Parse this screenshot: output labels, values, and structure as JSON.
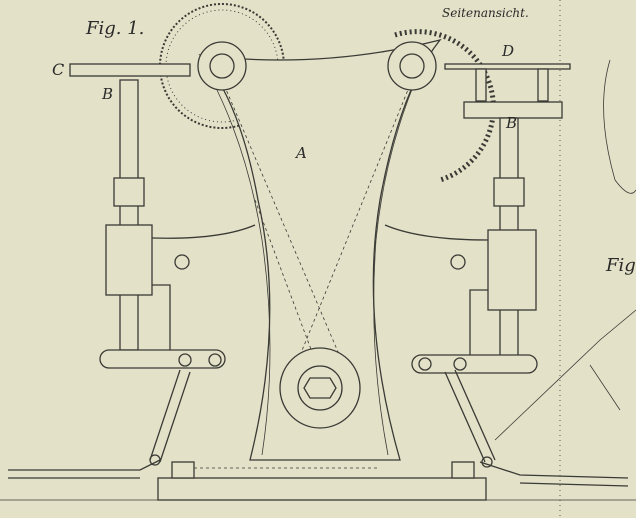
{
  "figure": {
    "title": "Fig. 1.",
    "view_label": "Seitenansicht.",
    "next_figure_label": "Fig",
    "part_labels": {
      "c": "C",
      "b_left": "B",
      "a": "A",
      "d": "D",
      "b_right": "B"
    }
  },
  "colors": {
    "paper": "#e3e1c7",
    "ink": "#3a3a36"
  }
}
